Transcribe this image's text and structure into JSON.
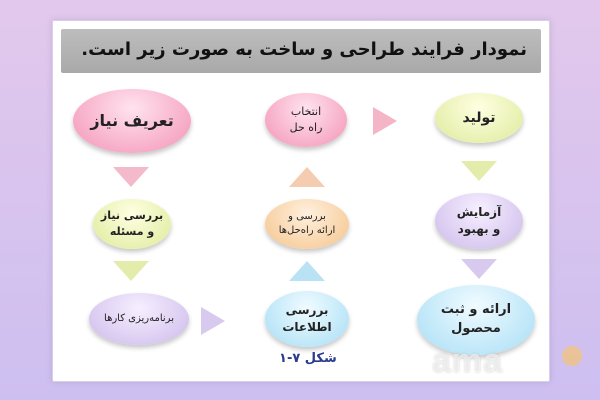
{
  "title": "نمودار فرایند طراحی و ساخت به صورت زیر است.",
  "nodes": {
    "define_need": "تعریف نیاز",
    "review_need": "بررسی نیاز\nو مسئله",
    "work_planning": "برنامه‌ریزی کارها",
    "review_info": "بررسی\nاطلاعات",
    "review_solutions": "بررسی و\nارائه راه‌حل‌ها",
    "select_solution": "انتخاب\nراه حل",
    "production": "تولید",
    "test_improve": "آزمایش\nو بهبود",
    "present_product": "ارائه و ثبت\nمحصول"
  },
  "caption": "شکل ۷-۱",
  "watermark": "ama",
  "colors": {
    "pink": "#f6a7c4",
    "green": "#e6efac",
    "purple": "#d7c7ef",
    "orange": "#f7cfa0",
    "blue": "#b9e5f8",
    "title_bar": "#b3b3b3",
    "caption": "#2b3b8f"
  }
}
